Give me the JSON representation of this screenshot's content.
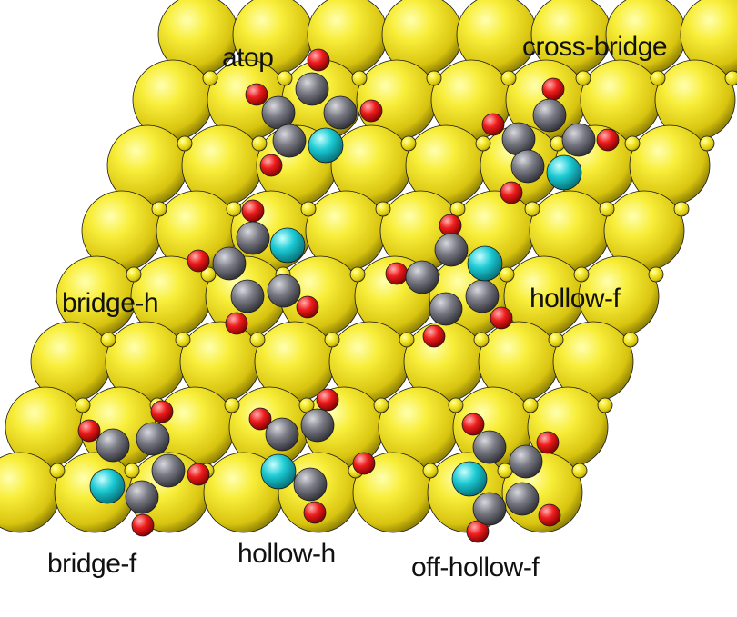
{
  "labels": {
    "atop": "atop",
    "cross_bridge": "cross-bridge",
    "bridge_h": "bridge-h",
    "hollow_f": "hollow-f",
    "bridge_f": "bridge-f",
    "hollow_h": "hollow-h",
    "off_hollow_f": "off-hollow-f"
  },
  "colors": {
    "surface_atom": "#f2e61c",
    "carbon": "#707078",
    "oxygen": "#e8141c",
    "metal": "#18c8d0",
    "background": "#ffffff"
  }
}
